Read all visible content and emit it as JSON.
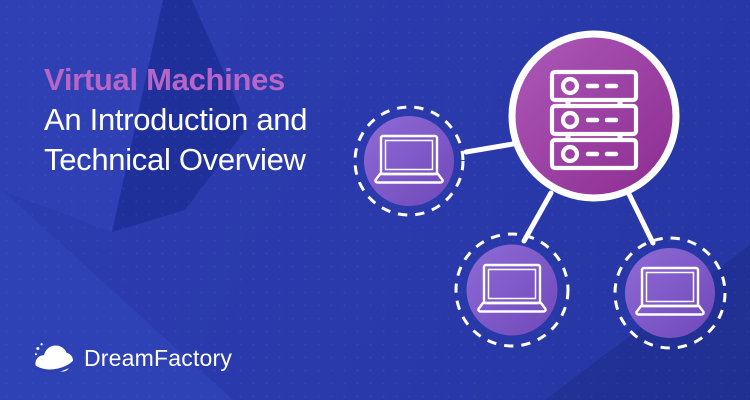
{
  "banner": {
    "title_accent": "Virtual Machines",
    "subtitle_line1": "An Introduction and",
    "subtitle_line2": "Technical Overview"
  },
  "brand": {
    "name": "DreamFactory",
    "icon": "dreamfactory-cloud-icon"
  },
  "diagram": {
    "hub": {
      "icon": "server-icon",
      "shape": "solid-circle-white-border"
    },
    "nodes": [
      {
        "icon": "laptop-icon",
        "position": "left"
      },
      {
        "icon": "laptop-icon",
        "position": "bottom-center"
      },
      {
        "icon": "laptop-icon",
        "position": "bottom-right"
      }
    ],
    "connections": [
      [
        "hub",
        "left"
      ],
      [
        "hub",
        "bottom-center"
      ],
      [
        "hub",
        "bottom-right"
      ]
    ]
  },
  "colors": {
    "background_base": "#2a3aab",
    "background_light": "#2e41b5",
    "background_dark": "#20309b",
    "title_accent": "#b665c8",
    "subtitle_text": "#ffffff",
    "hub_gradient_start": "#ad5ab9",
    "hub_gradient_end": "#8c2a90",
    "node_gradient_start": "#8e6bd6",
    "node_gradient_end": "#7048ba",
    "diagram_stroke": "#ffffff"
  }
}
